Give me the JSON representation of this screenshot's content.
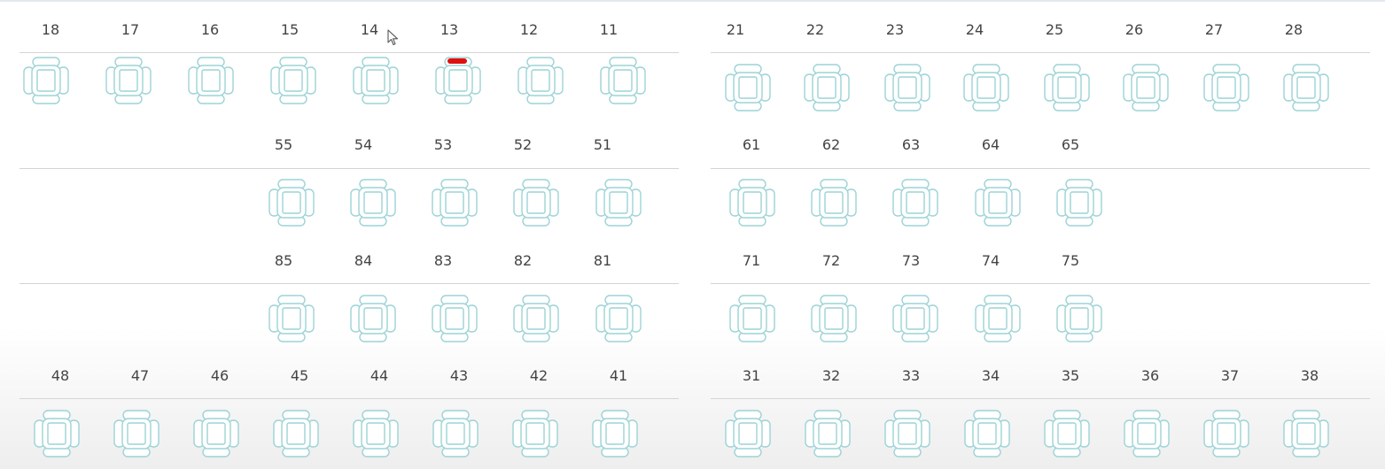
{
  "accent_color": "#9cd3d6",
  "mark_color": "#e01010",
  "cursor_icon": "mouse-pointer-icon",
  "rows": [
    {
      "name": "upper-teeth",
      "left": [
        "18",
        "17",
        "16",
        "15",
        "14",
        "13",
        "12",
        "11"
      ],
      "right": [
        "21",
        "22",
        "23",
        "24",
        "25",
        "26",
        "27",
        "28"
      ]
    },
    {
      "name": "upper-primary-teeth",
      "left": [
        "55",
        "54",
        "53",
        "52",
        "51"
      ],
      "right": [
        "61",
        "62",
        "63",
        "64",
        "65"
      ]
    },
    {
      "name": "lower-primary-teeth",
      "left": [
        "85",
        "84",
        "83",
        "82",
        "81"
      ],
      "right": [
        "71",
        "72",
        "73",
        "74",
        "75"
      ]
    },
    {
      "name": "lower-teeth",
      "left": [
        "48",
        "47",
        "46",
        "45",
        "44",
        "43",
        "42",
        "41"
      ],
      "right": [
        "31",
        "32",
        "33",
        "34",
        "35",
        "36",
        "37",
        "38"
      ]
    }
  ],
  "marked_tooth": "13"
}
